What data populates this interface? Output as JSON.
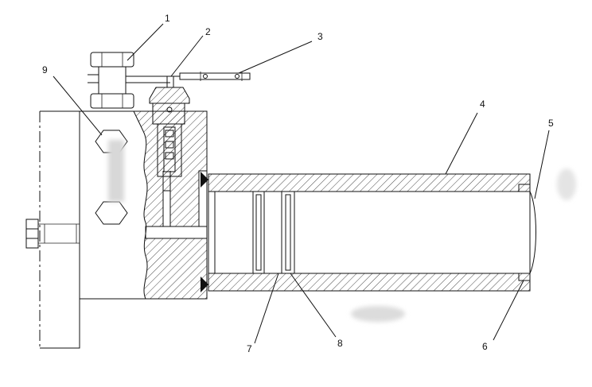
{
  "diagram": {
    "kind": "cutaway-assembly-drawing",
    "colors": {
      "line": "#111111",
      "background": "#ffffff",
      "hatch": "#333333",
      "seal_fill": "#777777",
      "blur": "#d8d8d8"
    },
    "callouts": [
      {
        "id": "1",
        "label": "1"
      },
      {
        "id": "2",
        "label": "2"
      },
      {
        "id": "3",
        "label": "3"
      },
      {
        "id": "4",
        "label": "4"
      },
      {
        "id": "5",
        "label": "5"
      },
      {
        "id": "6",
        "label": "6"
      },
      {
        "id": "7",
        "label": "7"
      },
      {
        "id": "8",
        "label": "8"
      },
      {
        "id": "9",
        "label": "9"
      }
    ]
  }
}
